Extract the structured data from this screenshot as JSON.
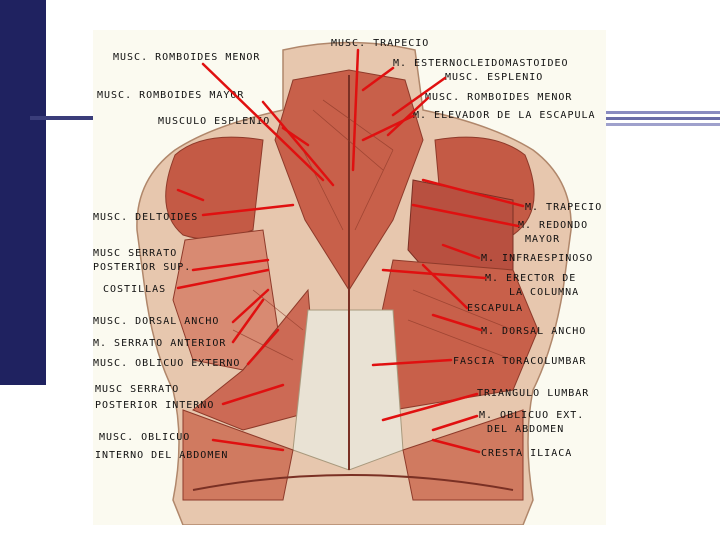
{
  "labels": {
    "trapecio_top": "MUSC. TRAPECIO",
    "romboides_menor_l": "MUSC. ROMBOIDES MENOR",
    "esternocleido": "M. ESTERNOCLEIDOMASTOIDEO",
    "esplenio_r": "MUSC. ESPLENIO",
    "romboides_mayor": "MUSC. ROMBOIDES MAYOR",
    "romboides_menor_r": "MUSC. ROMBOIDES MENOR",
    "esplenio_l": "MUSCULO ESPLENIO",
    "elevador": "M. ELEVADOR DE LA ESCAPULA",
    "trapecio_r": "M. TRAPECIO",
    "deltoides": "MUSC. DELTOIDES",
    "redondo_1": "M. REDONDO",
    "redondo_2": "MAYOR",
    "serrato_post_sup_1": "MUSC SERRATO",
    "serrato_post_sup_2": "POSTERIOR SUP.",
    "infraespinoso": "M. INFRAESPINOSO",
    "costillas": "COSTILLAS",
    "erector_1": "M. ERECTOR DE",
    "erector_2": "LA COLUMNA",
    "escapula": "ESCAPULA",
    "dorsal_ancho_l": "MUSC. DORSAL ANCHO",
    "dorsal_ancho_r": "M. DORSAL ANCHO",
    "serrato_anterior": "M. SERRATO ANTERIOR",
    "fascia": "FASCIA TORACOLUMBAR",
    "oblicuo_externo": "MUSC. OBLICUO EXTERNO",
    "triangulo": "TRIANGULO LUMBAR",
    "serrato_post_inf_1": "MUSC SERRATO",
    "serrato_post_inf_2": "POSTERIOR INTERNO",
    "oblicuo_ext_1": "M. OBLICUO EXT.",
    "oblicuo_ext_2": "DEL ABDOMEN",
    "oblicuo_int_1": "MUSC. OBLICUO",
    "oblicuo_int_2": "INTERNO DEL ABDOMEN",
    "cresta": "CRESTA ILIACA"
  },
  "colors": {
    "pointer": "#e01010",
    "muscle": "#c8604a",
    "muscle_dark": "#8e3a2a",
    "skin": "#e7c7ae",
    "fascia": "#e9e2d4",
    "sidebar": "#1f2260"
  }
}
